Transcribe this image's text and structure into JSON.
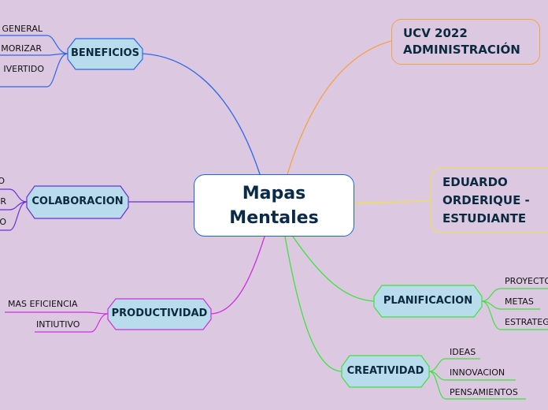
{
  "central": {
    "line1": "Mapas",
    "line2": "Mentales"
  },
  "header_boxes": {
    "top": {
      "line1": "UCV 2022",
      "line2": "ADMINISTRACIÓN",
      "color": "#f5a145"
    },
    "author": {
      "line1": "EDUARDO",
      "line2": "ORDERIQUE -",
      "line3": "ESTUDIANTE",
      "color": "#f1e23a"
    }
  },
  "branches": {
    "beneficios": {
      "label": "BENEFICIOS",
      "color": "#2f66e8",
      "fill": "#b9dced",
      "items": [
        "GENERAL",
        "MORIZAR",
        "IVERTIDO"
      ]
    },
    "colaboracion": {
      "label": "COLABORACION",
      "color": "#6b2fd6",
      "fill": "#b9dced",
      "items": [
        "O",
        "R",
        "O"
      ]
    },
    "productividad": {
      "label": "PRODUCTIVIDAD",
      "color": "#d02ee0",
      "fill": "#b9dced",
      "items": [
        "MAS EFICIENCIA",
        "INTIUTIVO"
      ]
    },
    "planificacion": {
      "label": "PLANIFICACION",
      "color": "#3ee23e",
      "fill": "#b9dced",
      "items": [
        "PROYECTO",
        "METAS",
        "ESTRATEGIAS"
      ]
    },
    "creatividad": {
      "label": "CREATIVIDAD",
      "color": "#3ee23e",
      "fill": "#b9dced",
      "items": [
        "IDEAS",
        "INNOVACION",
        "PENSAMIENTOS"
      ]
    }
  }
}
